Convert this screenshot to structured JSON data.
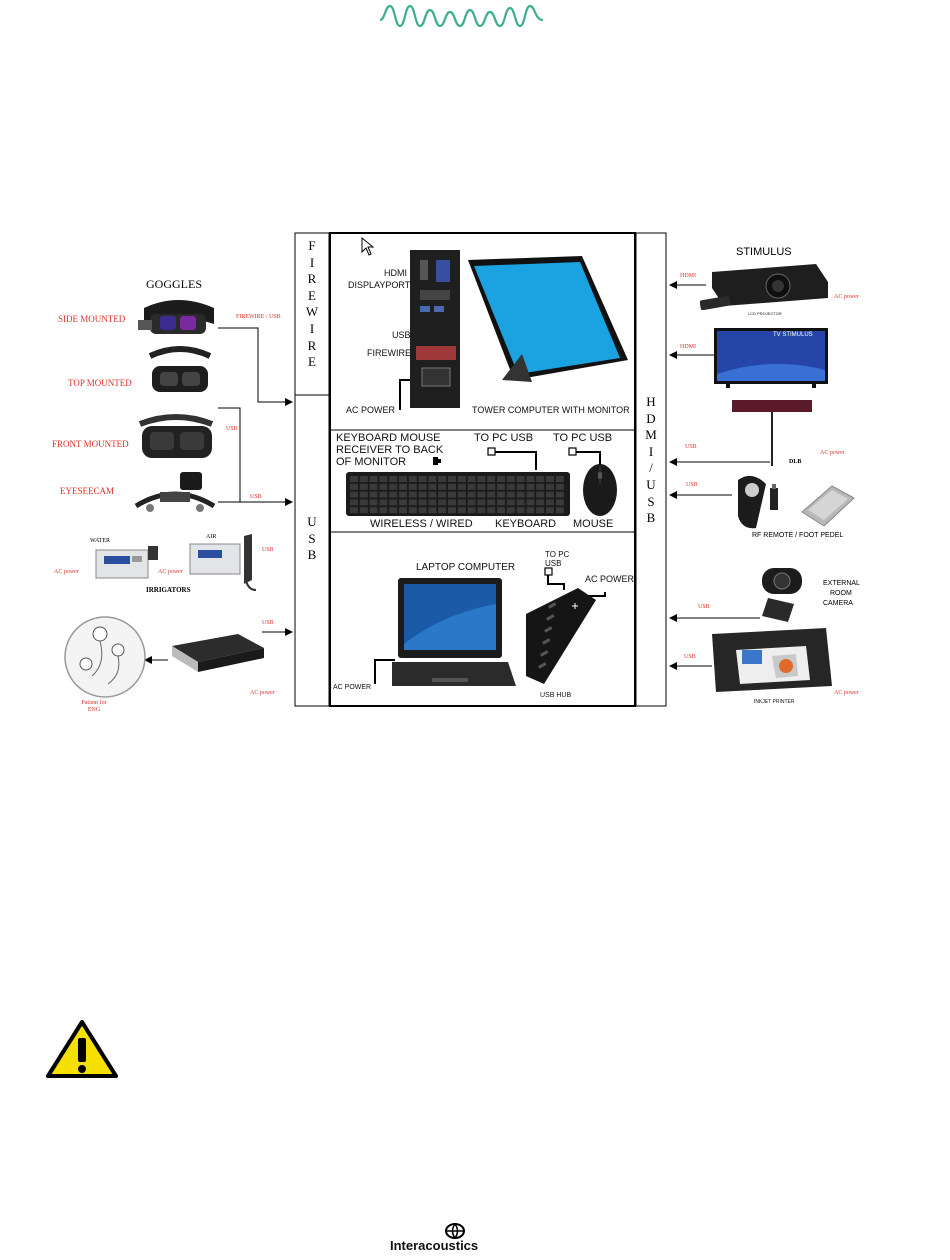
{
  "header": {
    "logo_wave_color": "#3fae8f"
  },
  "goggles": {
    "title": "GOGGLES",
    "items": [
      "SIDE MOUNTED",
      "TOP MOUNTED",
      "FRONT MOUNTED",
      "EYESEECAM"
    ],
    "side_conn": "FIREWIRE / USB",
    "front_conn": "USB",
    "eyeseecam_conn": "USB"
  },
  "irrigators": {
    "title": "IRRIGATORS",
    "water": "WATER",
    "air": "AIR",
    "ac_water": "AC power",
    "ac_air": "AC power",
    "usb": "USB"
  },
  "eng": {
    "usb": "USB",
    "ac": "AC power",
    "caption": "Patient for ENG"
  },
  "bus": {
    "firewire": "FIREWIRE",
    "usb": "USB",
    "hdmi_usb": "HDMI/USB"
  },
  "tower": {
    "hdmi": "HDMI",
    "displayport": "DISPLAYPORT",
    "usb": "USB",
    "firewire": "FIREWIRE",
    "ac_power": "AC POWER",
    "caption": "TOWER COMPUTER WITH MONITOR"
  },
  "keyboard": {
    "receiver_line1": "KEYBOARD MOUSE",
    "receiver_line2": "RECEIVER TO BACK",
    "receiver_line3": "OF MONITOR",
    "to_pc_usb_1": "TO PC USB",
    "to_pc_usb_2": "TO PC USB",
    "caption_wireless": "WIRELESS / WIRED",
    "caption_keyboard": "KEYBOARD",
    "caption_mouse": "MOUSE"
  },
  "laptop": {
    "caption": "LAPTOP COMPUTER",
    "ac_power": "AC POWER",
    "hub_to_pc_line1": "TO PC",
    "hub_to_pc_line2": "USB",
    "hub_ac_power": "AC POWER",
    "hub_caption": "USB HUB"
  },
  "stimulus": {
    "title": "STIMULUS",
    "projector_conn": "HDMI",
    "projector_ac": "AC power",
    "projector_caption": "LCD PROJECTOR",
    "tv_conn": "HDMI",
    "tv_label": "TV STIMULUS",
    "dlb_conn": "USB",
    "dlb_ac": "AC power",
    "dlb_caption": "DLB",
    "remote_conn": "USB",
    "remote_caption": "RF REMOTE / FOOT PEDEL",
    "camera_conn": "USB",
    "camera_line1": "EXTERNAL",
    "camera_line2": "ROOM",
    "camera_line3": "CAMERA",
    "printer_conn": "USB",
    "printer_ac": "AC power",
    "printer_caption": "INKJET PRINTER"
  },
  "footer": {
    "brand": "Interacoustics"
  }
}
